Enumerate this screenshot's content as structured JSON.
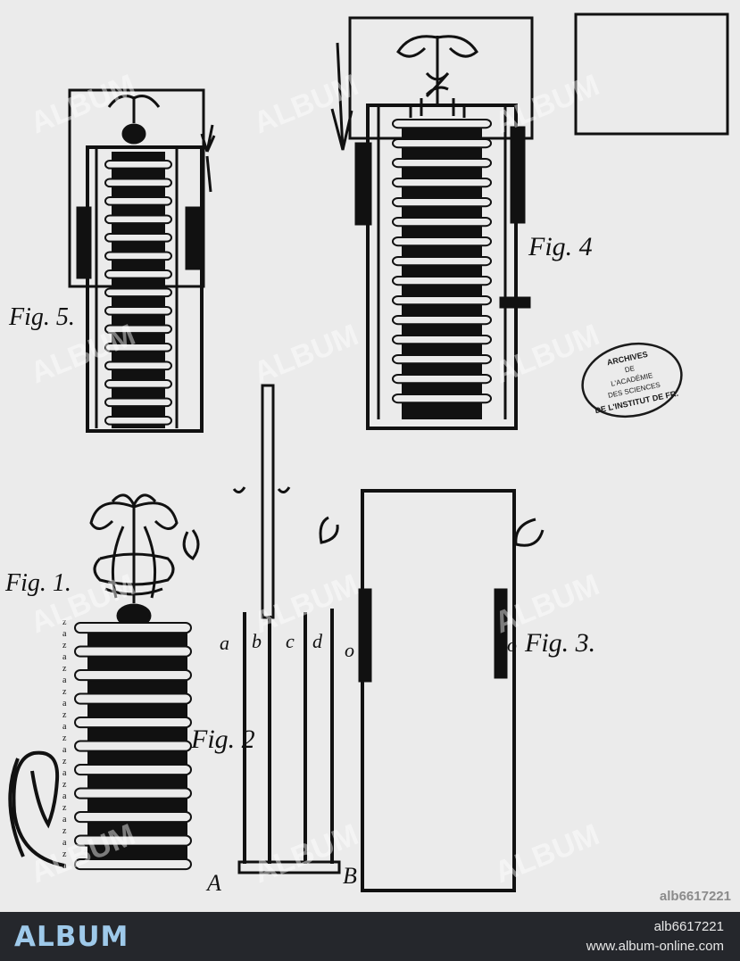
{
  "figures": {
    "fig1": "Fig. 1.",
    "fig2": "Fig. 2",
    "fig3": "Fig. 3.",
    "fig4": "Fig. 4",
    "fig5": "Fig. 5."
  },
  "letters": {
    "a": "a",
    "b": "b",
    "c": "c",
    "d": "d",
    "A": "A",
    "B": "B",
    "o": "o",
    "z": "z"
  },
  "stamp": {
    "lines": [
      "ARCHIVES",
      "DE",
      "L'ACADÉMIE",
      "DES SCIENCES",
      "DE L'INSTITUT DE FR."
    ]
  },
  "watermark": {
    "text": "ALBUM"
  },
  "photo_id": "alb6617221",
  "footer": {
    "logo": "ALBUM",
    "id": "alb6617221",
    "url": "www.album-online.com"
  },
  "colors": {
    "ink": "#111111",
    "paper": "#ebebeb",
    "footer_bg": "#25272c",
    "logo": "#9ec9ea"
  }
}
